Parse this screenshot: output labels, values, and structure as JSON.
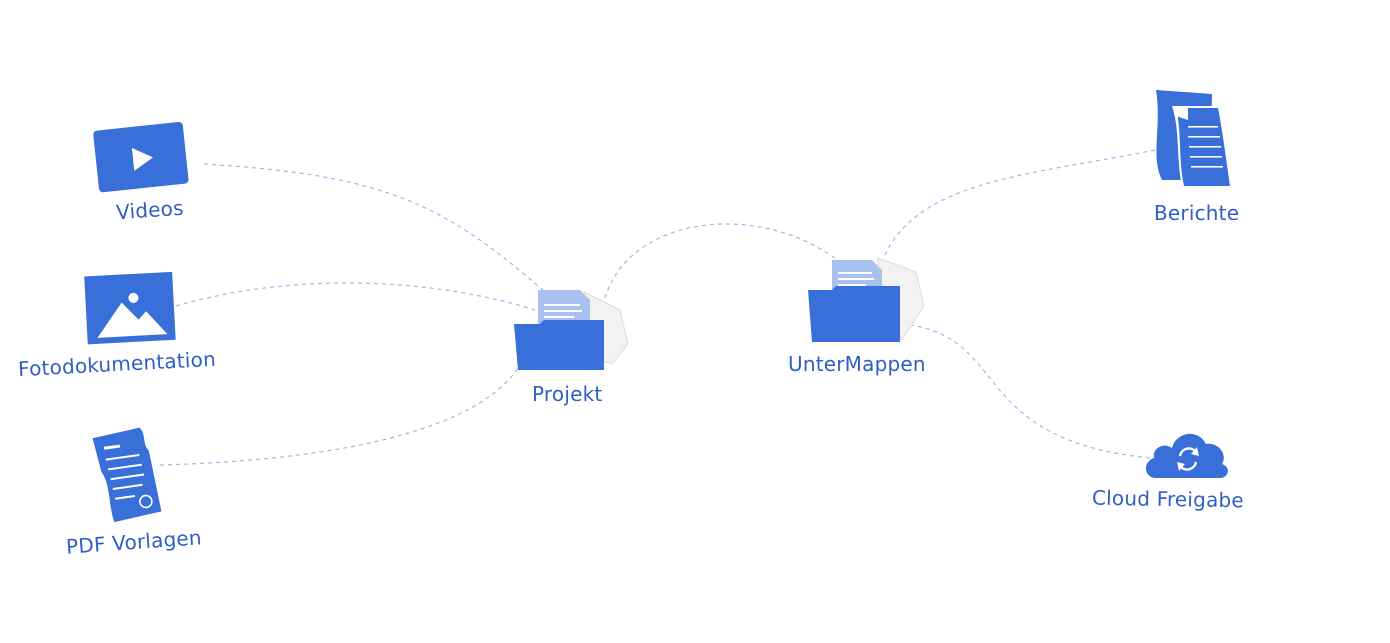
{
  "colors": {
    "primary": "#386fd9",
    "label": "#2f5fc6",
    "link": "#9bb8ea",
    "paper": "#f5f5f5",
    "doc_light": "#a9c1ee"
  },
  "nodes": {
    "videos": {
      "label": "Videos",
      "icon": "video-play-icon"
    },
    "foto": {
      "label": "Fotodokumentation",
      "icon": "image-icon"
    },
    "pdf": {
      "label": "PDF Vorlagen",
      "icon": "pdf-document-icon"
    },
    "projekt": {
      "label": "Projekt",
      "icon": "folder-icon"
    },
    "untermappen": {
      "label": "UnterMappen",
      "icon": "folder-icon"
    },
    "berichte": {
      "label": "Berichte",
      "icon": "documents-icon"
    },
    "cloud": {
      "label": "Cloud Freigabe",
      "icon": "cloud-sync-icon"
    }
  }
}
